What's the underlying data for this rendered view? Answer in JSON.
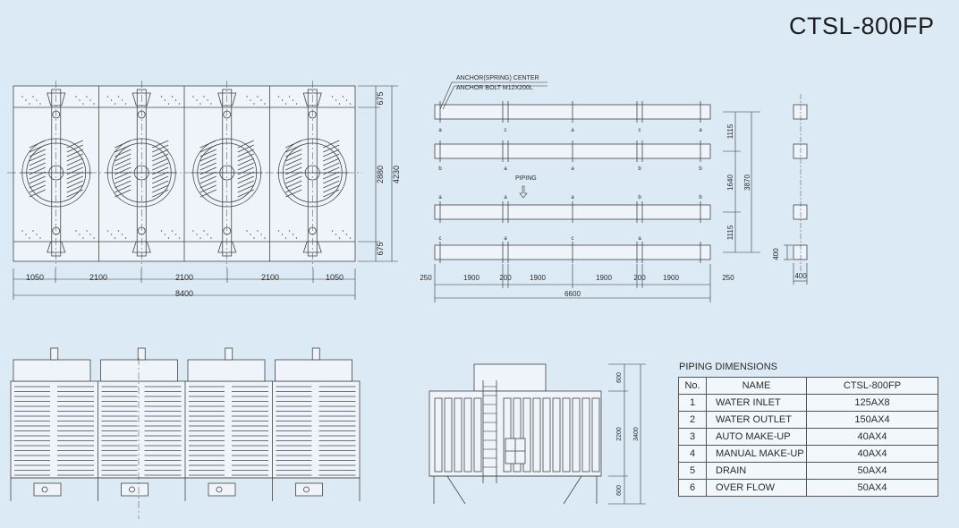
{
  "title": "CTSL-800FP",
  "plan_view": {
    "dims_bottom": [
      "1050",
      "2100",
      "2100",
      "2100",
      "1050"
    ],
    "total_width": "8400",
    "dims_right": [
      "675",
      "2880",
      "4230",
      "675"
    ]
  },
  "foundation_plan": {
    "anchor_center_label": "ANCHOR(SPRING) CENTER",
    "anchor_bolt_label": "ANCHOR BOLT M12X200L",
    "piping_label": "PIPING",
    "dims_bottom": [
      "250",
      "1900",
      "200",
      "1900",
      "1900",
      "200",
      "1900",
      "250"
    ],
    "total_width": "6600",
    "dims_right": [
      "1115",
      "1640",
      "3870",
      "1115"
    ],
    "pad_dims": [
      "400",
      "400"
    ],
    "anchor_letters": [
      "a",
      "c",
      "a",
      "c",
      "a",
      "b",
      "a",
      "a",
      "b",
      "b",
      "a",
      "a",
      "a",
      "b",
      "b",
      "c",
      "a",
      "c",
      "a"
    ]
  },
  "side_view": {
    "dims": [
      "600",
      "2200",
      "3400",
      "600"
    ]
  },
  "piping_dimensions": {
    "title": "PIPING DIMENSIONS",
    "headers": [
      "No.",
      "NAME",
      "CTSL-800FP"
    ],
    "rows": [
      {
        "no": "1",
        "name": "WATER INLET",
        "spec": "125AX8"
      },
      {
        "no": "2",
        "name": "WATER OUTLET",
        "spec": "150AX4"
      },
      {
        "no": "3",
        "name": "AUTO MAKE-UP",
        "spec": "40AX4"
      },
      {
        "no": "4",
        "name": "MANUAL MAKE-UP",
        "spec": "40AX4"
      },
      {
        "no": "5",
        "name": "DRAIN",
        "spec": "50AX4"
      },
      {
        "no": "6",
        "name": "OVER FLOW",
        "spec": "50AX4"
      }
    ]
  }
}
